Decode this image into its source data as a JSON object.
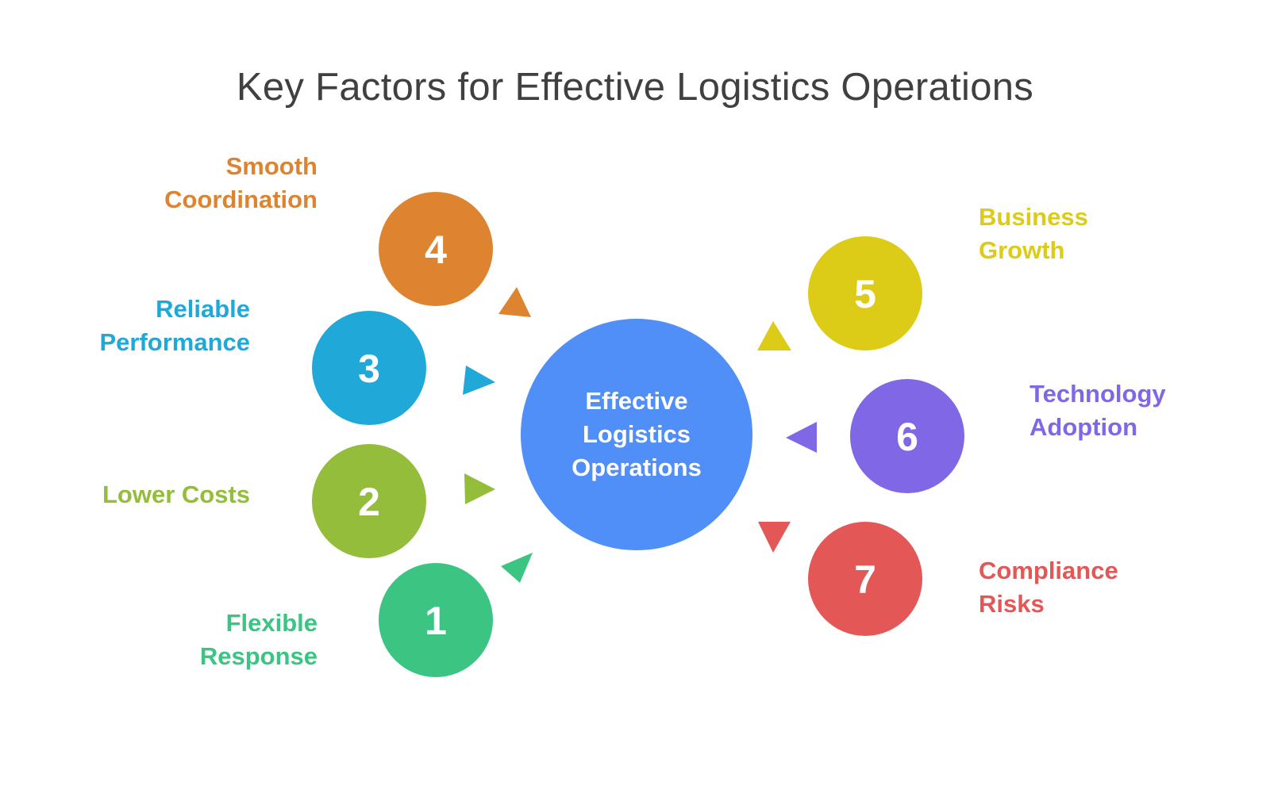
{
  "title": "Key Factors for Effective Logistics Operations",
  "center": {
    "label": "Effective\nLogistics\nOperations",
    "color": "#4f8ff7"
  },
  "factors": [
    {
      "number": "1",
      "label": "Flexible\nResponse",
      "color": "#3cc483"
    },
    {
      "number": "2",
      "label": "Lower Costs",
      "color": "#93bd3a"
    },
    {
      "number": "3",
      "label": "Reliable\nPerformance",
      "color": "#1fa8d8"
    },
    {
      "number": "4",
      "label": "Smooth\nCoordination",
      "color": "#de8430"
    },
    {
      "number": "5",
      "label": "Business\nGrowth",
      "color": "#dccb17"
    },
    {
      "number": "6",
      "label": "Technology\nAdoption",
      "color": "#7f67e6"
    },
    {
      "number": "7",
      "label": "Compliance\nRisks",
      "color": "#e35857"
    }
  ]
}
